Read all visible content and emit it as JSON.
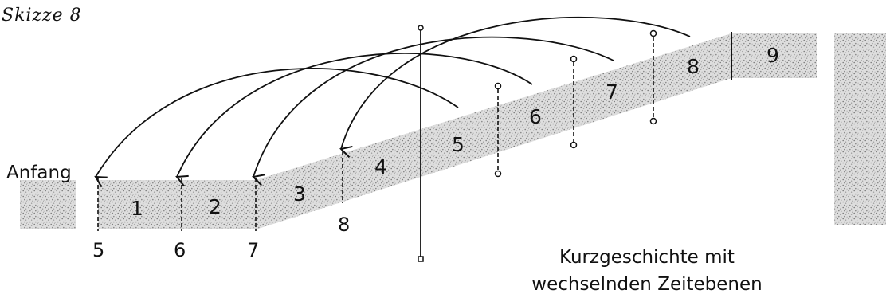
{
  "sketch_title": "Skizze 8",
  "start_label": "Anfang",
  "caption": {
    "line1": "Kurzgeschichte mit",
    "line2": "wechselnden Zeitebenen"
  },
  "segments": [
    "1",
    "2",
    "3",
    "4",
    "5",
    "6",
    "7",
    "8",
    "9"
  ],
  "bottom_markers": [
    "5",
    "6",
    "7",
    "8"
  ],
  "colors": {
    "ink": "#111111",
    "band_fill": "#dcdcdc",
    "band_speckle": "#8a8a8a"
  }
}
